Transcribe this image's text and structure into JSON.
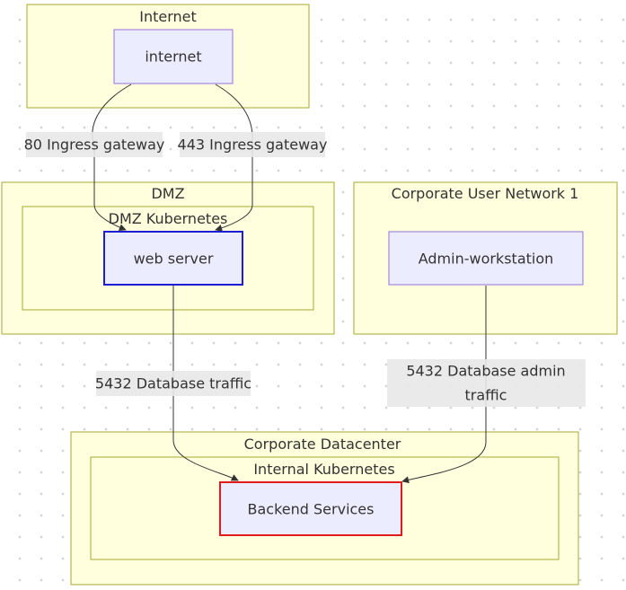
{
  "clusters": {
    "internet": "Internet",
    "dmz": "DMZ",
    "dmz_k8s": "DMZ Kubernetes",
    "corp_user": "Corporate User Network 1",
    "corp_dc": "Corporate Datacenter",
    "internal_k8s": "Internal Kubernetes"
  },
  "nodes": {
    "internet": {
      "label": "internet"
    },
    "web_server": {
      "label": "web server",
      "border_color": "#1d1dd6"
    },
    "admin_ws": {
      "label": "Admin-workstation"
    },
    "backend": {
      "label": "Backend Services",
      "border_color": "#e01b1b"
    }
  },
  "edges": {
    "http": "80 Ingress gateway",
    "https": "443 Ingress gateway",
    "db_traffic": "5432 Database traffic",
    "db_admin_line1": "5432 Database admin",
    "db_admin_line2": "traffic"
  }
}
